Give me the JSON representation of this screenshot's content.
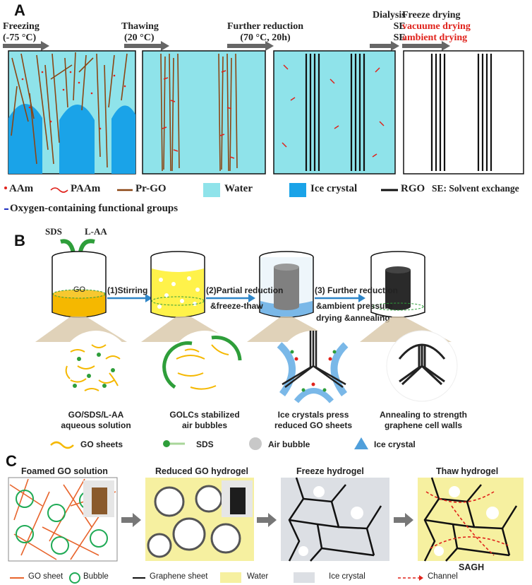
{
  "panels": {
    "a": "A",
    "b": "B",
    "c": "C"
  },
  "panel_a": {
    "stages": {
      "freezing": "Freezing",
      "freezing_temp": "(-75 °C)",
      "thawing": "Thawing",
      "thawing_temp": "(20 °C)",
      "further_reduction": "Further reduction",
      "further_reduction_cond": "(70 °C, 20h)",
      "dialysis": "Dialysis",
      "se1": "SE",
      "se2": "SE",
      "freeze_drying": "Freeze drying",
      "vacuum_drying": "vacuume drying",
      "ambient_drying": "ambient drying"
    },
    "legend": {
      "aam": "AAm",
      "paam": "PAAm",
      "prgo": "Pr-GO",
      "water": "Water",
      "ice": "Ice crystal",
      "rgo": "RGO",
      "se": "SE: Solvent exchange",
      "oxygen": "Oxygen-containing functional groups"
    },
    "colors": {
      "water": "#8fe3ea",
      "ice": "#1aa3e8",
      "rgo": "#111111",
      "prgo": "#8b4513",
      "paam": "#e0221b",
      "arrow": "#666666"
    }
  },
  "panel_b": {
    "reagent_sds": "SDS",
    "reagent_laa": "L-AA",
    "go_label": "GO",
    "steps": {
      "s1": "(1)Stirring",
      "s2a": "(2)Partial reduction",
      "s2b": "&freeze-thaw",
      "s3a": "(3) Further reduction",
      "s3b": "&ambient pressure",
      "s3c": "drying &annealing"
    },
    "captions": {
      "c1a": "GO/SDS/L-AA",
      "c1b": "aqueous solution",
      "c2a": "GOLCs stabilized",
      "c2b": "air bubbles",
      "c3a": "Ice crystals press",
      "c3b": "reduced GO sheets",
      "c4a": "Annealing to strength",
      "c4b": "graphene cell walls"
    },
    "legend": {
      "go_sheets": "GO sheets",
      "sds": "SDS",
      "air_bubble": "Air bubble",
      "ice_crystal": "Ice crystal"
    },
    "colors": {
      "go_yellow": "#f5b800",
      "sds_green": "#2e9e3a",
      "arrow_blue": "#2f86c8",
      "ice_blue": "#7ab8e8"
    }
  },
  "panel_c": {
    "titles": {
      "t1": "Foamed GO solution",
      "t2": "Reduced GO hydrogel",
      "t3": "Freeze hydrogel",
      "t4": "Thaw hydrogel"
    },
    "sagh": "SAGH",
    "legend": {
      "go_sheet": "GO sheet",
      "bubble": "Bubble",
      "graphene": "Graphene sheet",
      "water": "Water",
      "ice": "Ice crystal",
      "channel": "Channel"
    },
    "colors": {
      "orange": "#e8642c",
      "green": "#1faa55",
      "yellow": "#f6f0a0",
      "red_dash": "#e0221b"
    }
  }
}
